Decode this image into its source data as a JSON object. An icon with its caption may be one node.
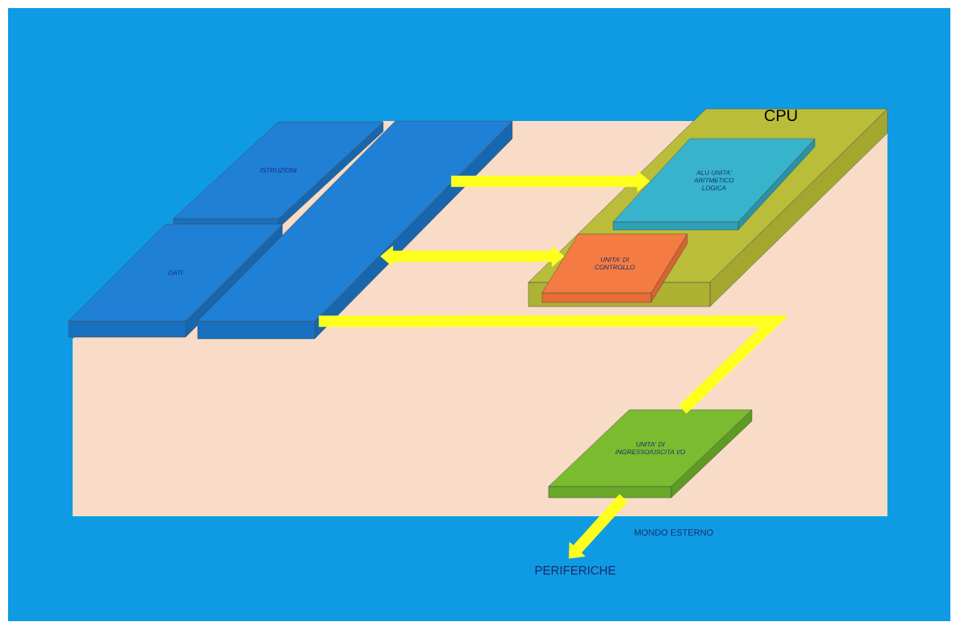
{
  "diagram": {
    "nodes": [
      {
        "text": [
          "ISTRUZIONI"
        ]
      },
      {
        "text": [
          "DATI"
        ]
      },
      {
        "text": [],
        "shape": "box"
      },
      {
        "text": [
          "CPU"
        ]
      },
      {
        "text": [
          "ALU UNITA' ARITMETICO LOGICA"
        ],
        "in": 3
      },
      {
        "text": [
          "UNITA' DI CONTROLLO"
        ],
        "in": 3
      },
      {
        "text": [
          "UNITA' DI INGRESSO/USCITA I/O"
        ]
      },
      {
        "text": [
          "PERIFERICHE"
        ]
      }
    ],
    "edges": [
      {
        "from": 2,
        "to": 4,
        "arrow": "to"
      },
      {
        "from": 2,
        "to": 5,
        "arrow": "both"
      },
      {
        "from": 2,
        "to": 6,
        "arrow": "none"
      },
      {
        "from": 6,
        "to": 7,
        "arrow": "to"
      }
    ],
    "labels": [
      "MONDO ESTERNO"
    ]
  }
}
